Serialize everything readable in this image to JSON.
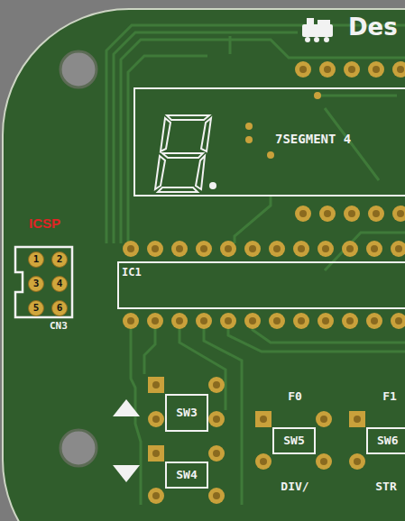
{
  "diagram": {
    "nodes": [
      {
        "text": [
          "7SEGMENT 4"
        ]
      },
      {
        "text": [
          "IC1"
        ]
      },
      {
        "text": [
          "ICSP",
          "CN3"
        ]
      },
      {
        "text": [
          "1"
        ],
        "in": 2
      },
      {
        "text": [
          "2"
        ],
        "in": 2
      },
      {
        "text": [
          "3"
        ],
        "in": 2
      },
      {
        "text": [
          "4"
        ],
        "in": 2
      },
      {
        "text": [
          "5"
        ],
        "in": 2
      },
      {
        "text": [
          "6"
        ],
        "in": 2
      },
      {
        "text": [
          "SW3"
        ]
      },
      {
        "text": [
          "SW4"
        ]
      },
      {
        "text": [
          "SW5"
        ]
      },
      {
        "text": [
          "SW6"
        ]
      }
    ],
    "labels": [
      "Des",
      "F0",
      "F1",
      "DIV/",
      "STR"
    ]
  }
}
